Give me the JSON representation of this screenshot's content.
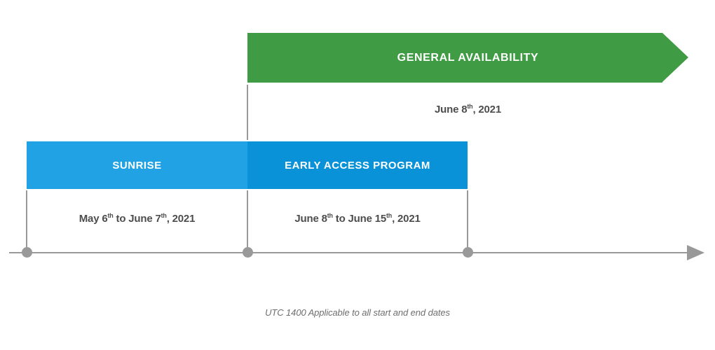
{
  "timeline": {
    "banner": {
      "label": "GENERAL AVAILABILITY",
      "color": "#3f9b44",
      "date": {
        "t1": "June 8",
        "sup1": "th",
        "t2": ", 2021"
      }
    },
    "phases": [
      {
        "label": "SUNRISE",
        "color": "#21a2e4",
        "date": {
          "t1": "May 6",
          "sup1": "th",
          "t2": " to June 7",
          "sup2": "th",
          "t3": ", 2021"
        }
      },
      {
        "label": "EARLY ACCESS PROGRAM",
        "color": "#0992d8",
        "date": {
          "t1": "June 8",
          "sup1": "th",
          "t2": " to June 15",
          "sup2": "th",
          "t3": ", 2021"
        }
      }
    ],
    "axis": {
      "color": "#999999",
      "marker_count": 3
    },
    "footnote": "UTC 1400 Applicable to all start and end dates"
  }
}
